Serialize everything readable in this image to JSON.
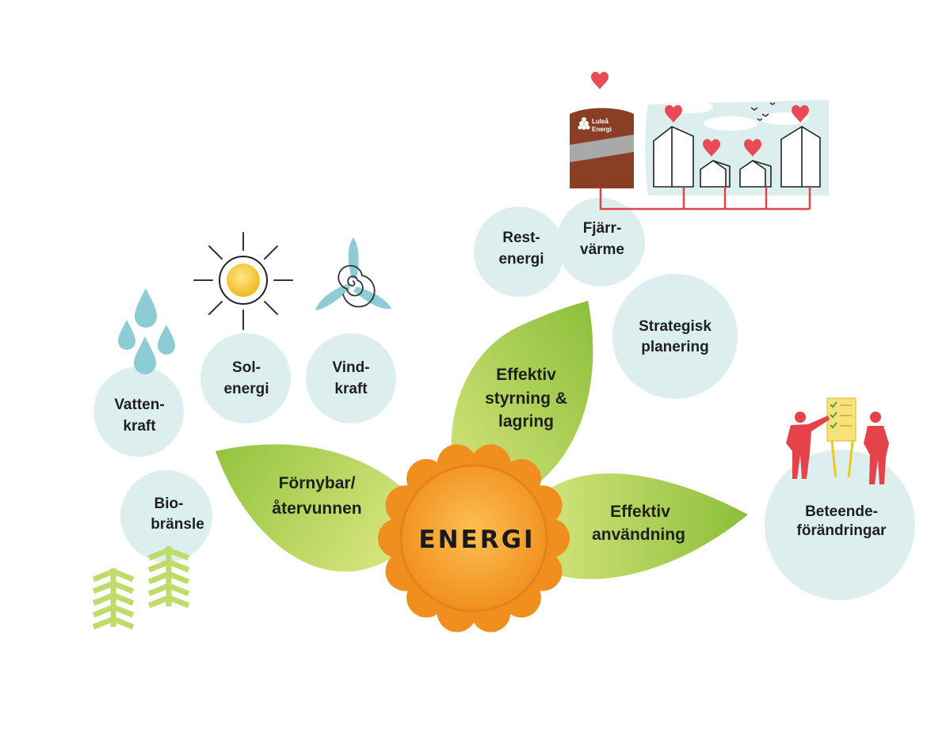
{
  "center": {
    "label": "ENERGI"
  },
  "petals": {
    "renewable": {
      "line1": "Förnybar/",
      "line2": "återvunnen"
    },
    "control": {
      "line1": "Effektiv",
      "line2": "styrning &",
      "line3": "lagring"
    },
    "usage": {
      "line1": "Effektiv",
      "line2": "användning"
    }
  },
  "bubbles": {
    "hydro": {
      "line1": "Vatten-",
      "line2": "kraft"
    },
    "solar": {
      "line1": "Sol-",
      "line2": "energi"
    },
    "wind": {
      "line1": "Vind-",
      "line2": "kraft"
    },
    "bio": {
      "line1": "Bio-",
      "line2": "bränsle"
    },
    "residual": {
      "line1": "Rest-",
      "line2": "energi"
    },
    "district": {
      "line1": "Fjärr-",
      "line2": "värme"
    },
    "strategic": {
      "line1": "Strategisk",
      "line2": "planering"
    },
    "behavior": {
      "line1": "Beteende-",
      "line2": "förändringar"
    }
  },
  "logo": {
    "line1": "Luleå",
    "line2": "Energi"
  },
  "colors": {
    "bubble": "#dcefee",
    "leaf_light": "#cfe076",
    "leaf_dark": "#8bbf3a",
    "flower_petal": "#f08f1e",
    "flower_core": "#f7a23a",
    "water": "#8cccd2",
    "sun_core": "#f7c626",
    "people": "#e4434a",
    "pipes": "#e2424a",
    "plant": "#bfdc6a",
    "tank": "#8a3e24"
  },
  "icons": [
    "water-drops-icon",
    "sun-icon",
    "wind-turbine-icon",
    "plant-icon",
    "heart-icon",
    "heat-tank-icon",
    "houses-icon",
    "presentation-people-icon"
  ]
}
